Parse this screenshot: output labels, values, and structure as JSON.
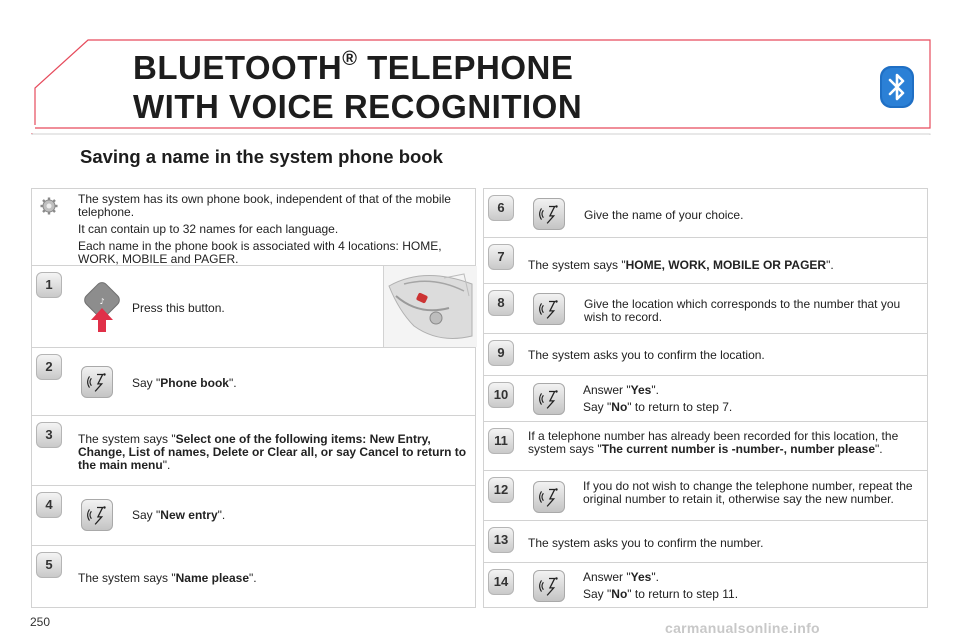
{
  "header": {
    "title_line1": "BLUETOOTH",
    "title_reg": "®",
    "title_line1_rest": " TELEPHONE",
    "title_line2": "WITH VOICE RECOGNITION",
    "logo_icon": "bluetooth-icon"
  },
  "section_title": "Saving a name in the system phone book",
  "intro": {
    "icon": "info-gear-icon",
    "p1": "The system has its own phone book, independent of that of the mobile telephone.",
    "p2": "It can contain up to 32 names for each language.",
    "p3": "Each name in the phone book is associated with 4 locations: HOME, WORK, MOBILE and PAGER."
  },
  "steps": {
    "s1": {
      "num": "1",
      "text": "Press this button."
    },
    "s2": {
      "num": "2",
      "pre": "Say \"",
      "bold": "Phone book",
      "post": "\"."
    },
    "s3": {
      "num": "3",
      "pre": "The system says \"",
      "bold": "Select one of the following items: New Entry, Change, List of names, Delete or Clear all, or say Cancel to return to the main menu",
      "post": "\"."
    },
    "s4": {
      "num": "4",
      "pre": "Say \"",
      "bold": "New entry",
      "post": "\"."
    },
    "s5": {
      "num": "5",
      "pre": "The system says \"",
      "bold": "Name please",
      "post": "\"."
    },
    "s6": {
      "num": "6",
      "text": "Give the name of your choice."
    },
    "s7": {
      "num": "7",
      "pre": "The system says \"",
      "bold": "HOME, WORK, MOBILE OR PAGER",
      "post": "\"."
    },
    "s8": {
      "num": "8",
      "text": "Give the location which corresponds to the number that you wish to record."
    },
    "s9": {
      "num": "9",
      "text": "The system asks you to confirm the location."
    },
    "s10": {
      "num": "10",
      "a_pre": "Answer \"",
      "a_bold": "Yes",
      "a_post": "\".",
      "b_pre": "Say \"",
      "b_bold": "No",
      "b_post": "\" to return to step 7."
    },
    "s11": {
      "num": "11",
      "pre": "If a telephone number has already been recorded for this location, the system says \"",
      "bold": "The current number is -number-, number please",
      "post": "\"."
    },
    "s12": {
      "num": "12",
      "text": "If you do not wish to change the telephone number, repeat the original number to retain it, otherwise say the new number."
    },
    "s13": {
      "num": "13",
      "text": "The system asks you to confirm the number."
    },
    "s14": {
      "num": "14",
      "a_pre": "Answer \"",
      "a_bold": "Yes",
      "a_post": "\".",
      "b_pre": "Say \"",
      "b_bold": "No",
      "b_post": "\" to return to step 11."
    }
  },
  "footer": {
    "page_number": "250",
    "watermark": "carmanualsonline.info"
  },
  "colors": {
    "accent_red": "#d9243a",
    "bluetooth_blue": "#1f6fc4",
    "border_gray": "#d2d2d2"
  }
}
